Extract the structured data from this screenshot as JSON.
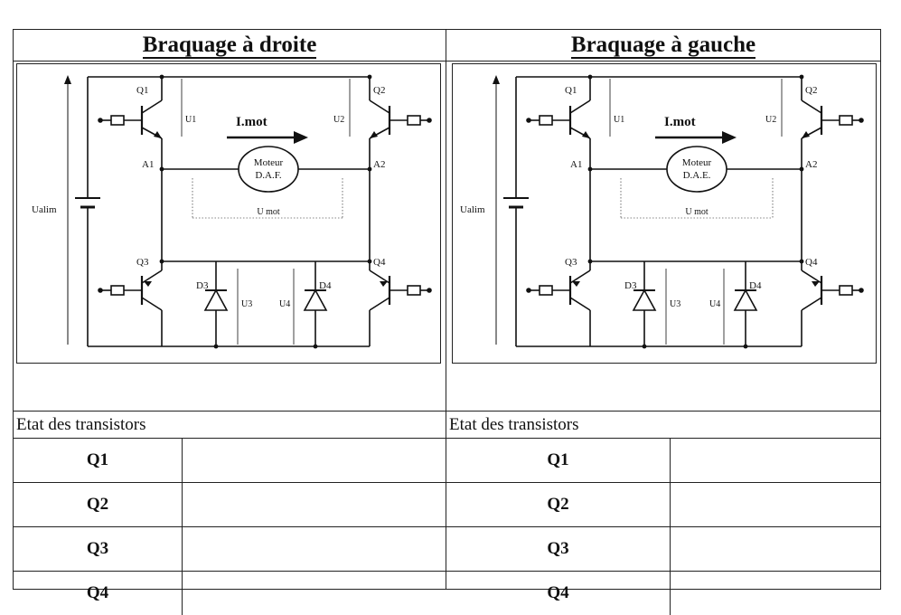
{
  "panels": [
    {
      "title": "Braquage à droite",
      "state_label": "Etat des transistors",
      "rows": [
        {
          "name": "Q1",
          "value": ""
        },
        {
          "name": "Q2",
          "value": ""
        },
        {
          "name": "Q3",
          "value": ""
        },
        {
          "name": "Q4",
          "value": ""
        }
      ],
      "diagram": {
        "supply": "Ualim",
        "current": "I.mot",
        "motor_line1": "Moteur",
        "motor_line2": "D.A.F.",
        "motor_voltage": "U mot",
        "q1": "Q1",
        "q2": "Q2",
        "q3": "Q3",
        "q4": "Q4",
        "u1": "U1",
        "u2": "U2",
        "u3": "U3",
        "u4": "U4",
        "d3": "D3",
        "d4": "D4",
        "a1": "A1",
        "a2": "A2"
      }
    },
    {
      "title": "Braquage à gauche",
      "state_label": "Etat des transistors",
      "rows": [
        {
          "name": "Q1",
          "value": ""
        },
        {
          "name": "Q2",
          "value": ""
        },
        {
          "name": "Q3",
          "value": ""
        },
        {
          "name": "Q4",
          "value": ""
        }
      ],
      "diagram": {
        "supply": "Ualim",
        "current": "I.mot",
        "motor_line1": "Moteur",
        "motor_line2": "D.A.E.",
        "motor_voltage": "U mot",
        "q1": "Q1",
        "q2": "Q2",
        "q3": "Q3",
        "q4": "Q4",
        "u1": "U1",
        "u2": "U2",
        "u3": "U3",
        "u4": "U4",
        "d3": "D3",
        "d4": "D4",
        "a1": "A1",
        "a2": "A2"
      }
    }
  ]
}
